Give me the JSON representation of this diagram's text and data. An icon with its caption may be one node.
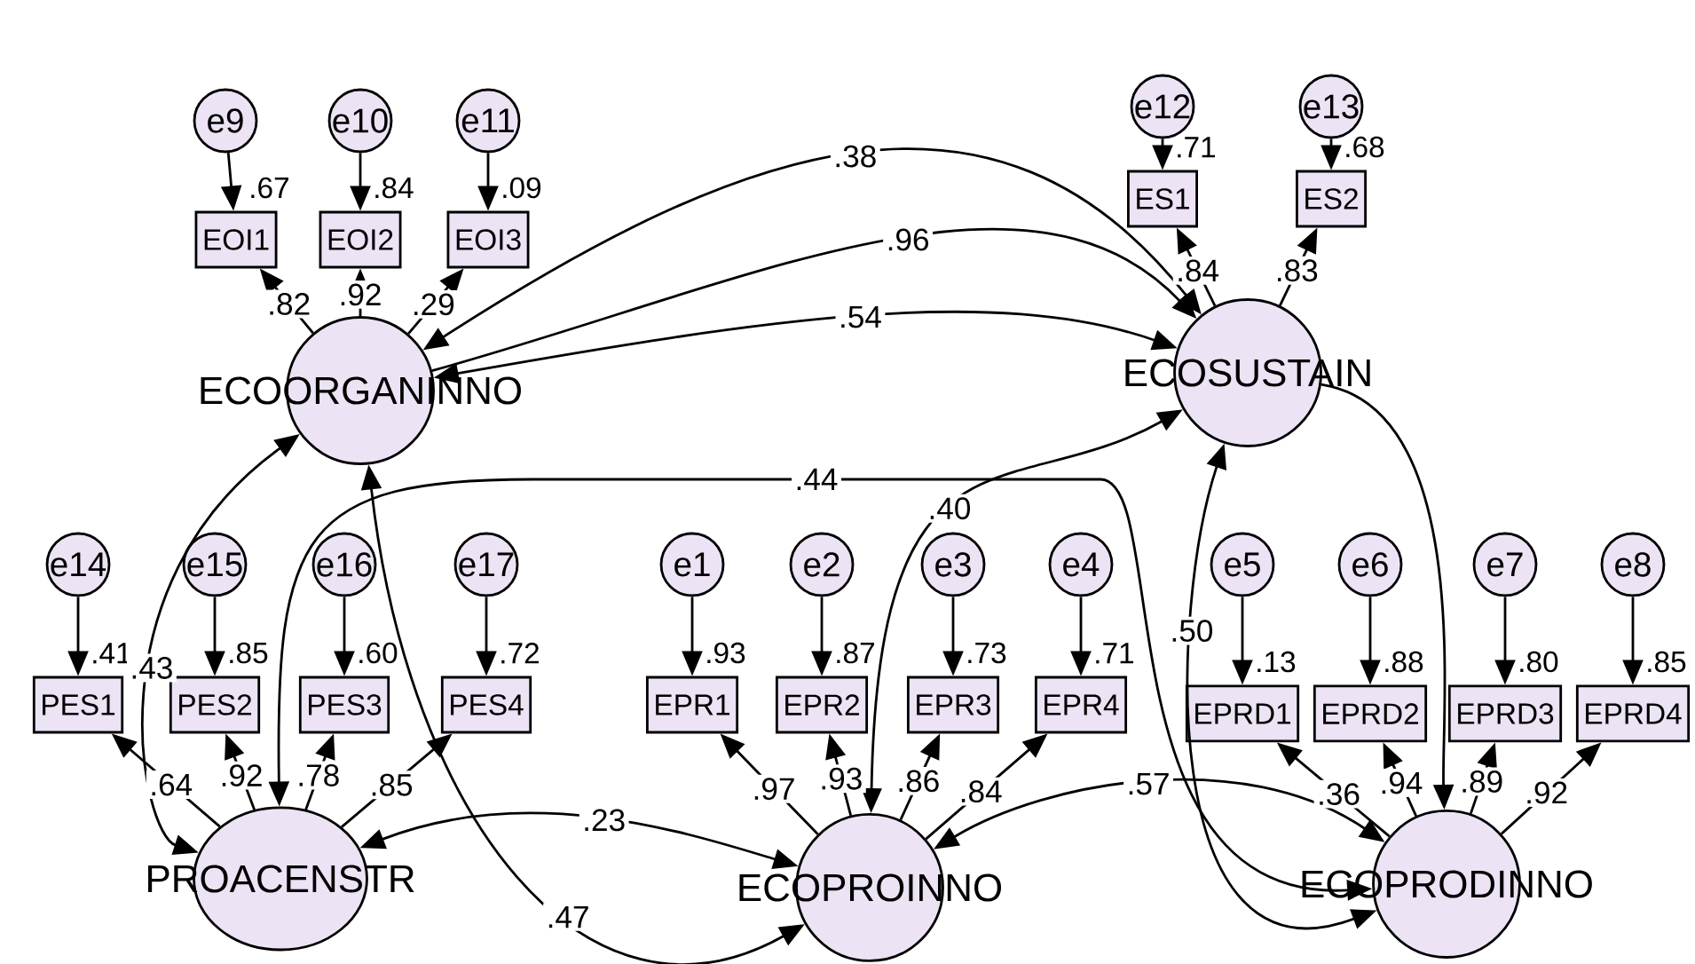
{
  "diagram": {
    "nodes": [
      {
        "text": [
          "e9"
        ]
      },
      {
        "text": [
          "e10"
        ]
      },
      {
        "text": [
          "e11"
        ]
      },
      {
        "text": [
          "e12"
        ]
      },
      {
        "text": [
          "e13"
        ]
      },
      {
        "text": [
          "EOI1"
        ],
        "beside": [
          ".67"
        ]
      },
      {
        "text": [
          "EOI2"
        ],
        "beside": [
          ".84"
        ]
      },
      {
        "text": [
          "EOI3"
        ],
        "beside": [
          ".09"
        ]
      },
      {
        "text": [
          "ES1"
        ],
        "beside": [
          ".71"
        ]
      },
      {
        "text": [
          "ES2"
        ],
        "beside": [
          ".68"
        ]
      },
      {
        "text": [
          "ECOORGANINNO"
        ]
      },
      {
        "text": [
          "ECOSUSTAIN"
        ]
      },
      {
        "text": [
          "e14"
        ]
      },
      {
        "text": [
          "e15"
        ]
      },
      {
        "text": [
          "e16"
        ]
      },
      {
        "text": [
          "e17"
        ]
      },
      {
        "text": [
          "e1"
        ]
      },
      {
        "text": [
          "e2"
        ]
      },
      {
        "text": [
          "e3"
        ]
      },
      {
        "text": [
          "e4"
        ]
      },
      {
        "text": [
          "e5"
        ]
      },
      {
        "text": [
          "e6"
        ]
      },
      {
        "text": [
          "e7"
        ]
      },
      {
        "text": [
          "e8"
        ]
      },
      {
        "text": [
          "PES1"
        ],
        "beside": [
          ".41"
        ]
      },
      {
        "text": [
          "PES2"
        ],
        "beside": [
          ".85"
        ]
      },
      {
        "text": [
          "PES3"
        ],
        "beside": [
          ".60"
        ]
      },
      {
        "text": [
          "PES4"
        ],
        "beside": [
          ".72"
        ]
      },
      {
        "text": [
          "EPR1"
        ],
        "beside": [
          ".93"
        ]
      },
      {
        "text": [
          "EPR2"
        ],
        "beside": [
          ".87"
        ]
      },
      {
        "text": [
          "EPR3"
        ],
        "beside": [
          ".73"
        ]
      },
      {
        "text": [
          "EPR4"
        ],
        "beside": [
          ".71"
        ]
      },
      {
        "text": [
          "EPRD1"
        ],
        "beside": [
          ".13"
        ]
      },
      {
        "text": [
          "EPRD2"
        ],
        "beside": [
          ".88"
        ]
      },
      {
        "text": [
          "EPRD3"
        ],
        "beside": [
          ".80"
        ]
      },
      {
        "text": [
          "EPRD4"
        ],
        "beside": [
          ".85"
        ]
      },
      {
        "text": [
          "PROACENSTR"
        ]
      },
      {
        "text": [
          "ECOPROINNO"
        ]
      },
      {
        "text": [
          "ECOPRODINNO"
        ]
      }
    ],
    "edges": [
      {
        "from": 0,
        "to": 5,
        "arrow": "to"
      },
      {
        "from": 1,
        "to": 6,
        "arrow": "to"
      },
      {
        "from": 2,
        "to": 7,
        "arrow": "to"
      },
      {
        "from": 3,
        "to": 8,
        "arrow": "to"
      },
      {
        "from": 4,
        "to": 9,
        "arrow": "to"
      },
      {
        "from": 12,
        "to": 24,
        "arrow": "to"
      },
      {
        "from": 13,
        "to": 25,
        "arrow": "to"
      },
      {
        "from": 14,
        "to": 26,
        "arrow": "to"
      },
      {
        "from": 15,
        "to": 27,
        "arrow": "to"
      },
      {
        "from": 16,
        "to": 28,
        "arrow": "to"
      },
      {
        "from": 17,
        "to": 29,
        "arrow": "to"
      },
      {
        "from": 18,
        "to": 30,
        "arrow": "to"
      },
      {
        "from": 19,
        "to": 31,
        "arrow": "to"
      },
      {
        "from": 20,
        "to": 32,
        "arrow": "to"
      },
      {
        "from": 21,
        "to": 33,
        "arrow": "to"
      },
      {
        "from": 22,
        "to": 34,
        "arrow": "to"
      },
      {
        "from": 23,
        "to": 35,
        "arrow": "to"
      },
      {
        "from": 10,
        "to": 5,
        "arrow": "to",
        "label": ".82"
      },
      {
        "from": 10,
        "to": 6,
        "arrow": "to",
        "label": ".92"
      },
      {
        "from": 10,
        "to": 7,
        "arrow": "to",
        "label": ".29"
      },
      {
        "from": 11,
        "to": 8,
        "arrow": "to",
        "label": ".84"
      },
      {
        "from": 11,
        "to": 9,
        "arrow": "to",
        "label": ".83"
      },
      {
        "from": 36,
        "to": 24,
        "arrow": "to",
        "label": ".64"
      },
      {
        "from": 36,
        "to": 25,
        "arrow": "to",
        "label": ".92"
      },
      {
        "from": 36,
        "to": 26,
        "arrow": "to",
        "label": ".78"
      },
      {
        "from": 36,
        "to": 27,
        "arrow": "to",
        "label": ".85"
      },
      {
        "from": 37,
        "to": 28,
        "arrow": "to",
        "label": ".97"
      },
      {
        "from": 37,
        "to": 29,
        "arrow": "to",
        "label": ".93"
      },
      {
        "from": 37,
        "to": 30,
        "arrow": "to",
        "label": ".86"
      },
      {
        "from": 37,
        "to": 31,
        "arrow": "to",
        "label": ".84"
      },
      {
        "from": 38,
        "to": 32,
        "arrow": "to",
        "label": ".36"
      },
      {
        "from": 38,
        "to": 33,
        "arrow": "to",
        "label": ".94"
      },
      {
        "from": 38,
        "to": 34,
        "arrow": "to",
        "label": ".89"
      },
      {
        "from": 38,
        "to": 35,
        "arrow": "to",
        "label": ".92"
      },
      {
        "from": 10,
        "to": 11,
        "arrow": "both",
        "label": ".38"
      },
      {
        "from": 10,
        "to": 11,
        "arrow": "to",
        "label": ".96"
      },
      {
        "from": 10,
        "to": 11,
        "arrow": "both",
        "label": ".54"
      },
      {
        "from": 10,
        "to": 36,
        "arrow": "both",
        "label": ".43"
      },
      {
        "from": 37,
        "to": 11,
        "arrow": "both",
        "label": ".40"
      },
      {
        "from": 36,
        "to": 38,
        "arrow": "both",
        "label": ".44"
      },
      {
        "from": 36,
        "to": 37,
        "arrow": "both",
        "label": ".23"
      },
      {
        "from": 10,
        "to": 37,
        "arrow": "both",
        "label": ".47"
      },
      {
        "from": 11,
        "to": 38,
        "arrow": "both",
        "label": ".50"
      },
      {
        "from": 37,
        "to": 38,
        "arrow": "both",
        "label": ".57"
      },
      {
        "from": 11,
        "to": 38,
        "arrow": "to"
      }
    ]
  }
}
